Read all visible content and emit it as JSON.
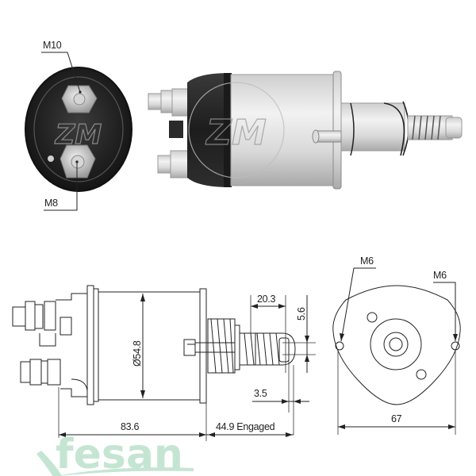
{
  "photo": {
    "end_view": {
      "label_top": "M10",
      "label_bottom": "M8",
      "logo": "ZM"
    },
    "side_view": {
      "logo": "ZM"
    }
  },
  "drawing": {
    "side_view": {
      "diameter_label": "Ø54.8",
      "length_label": "83.6",
      "engaged_label": "44.9 Engaged",
      "spring_length_label": "20.3",
      "pin_height_label": "5.6",
      "stroke_label": "3.5"
    },
    "flange_view": {
      "hole_left_label": "M6",
      "hole_right_label": "M6",
      "hole_spacing_label": "67"
    }
  },
  "watermark": {
    "text": "fesan",
    "color": "#bfe3cf"
  },
  "colors": {
    "line": "#222222",
    "background": "#ffffff",
    "watermark": "#bfe3cf"
  }
}
